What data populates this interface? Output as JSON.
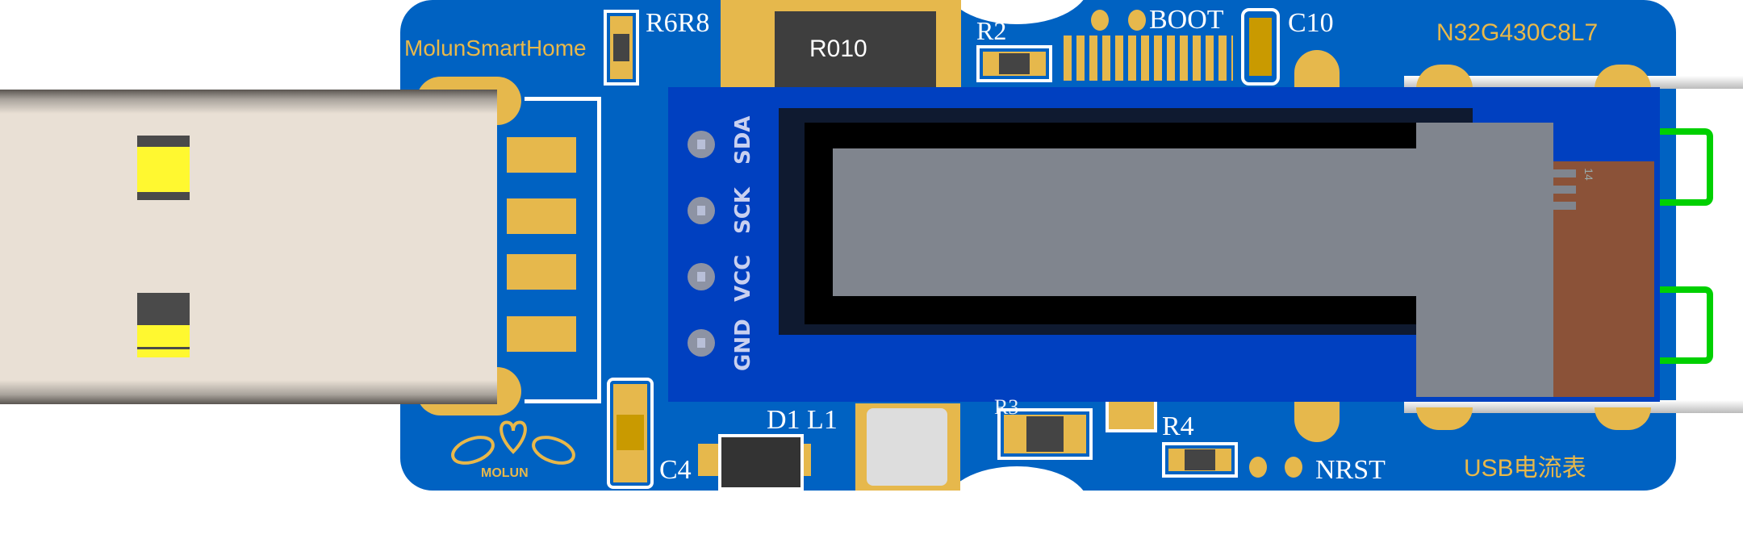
{
  "board": {
    "brand": "MolunSmartHome",
    "logo_text": "MOLUN",
    "chip": "N32G430C8L7",
    "product": "USB电流表",
    "labels": {
      "r6r8": "R6R8",
      "r010": "R010",
      "r2": "R2",
      "boot": "BOOT",
      "c10": "C10",
      "d1l1": "D1 L1",
      "c4": "C4",
      "r3": "R3",
      "r4": "R4",
      "nrst": "NRST"
    }
  },
  "display": {
    "pins": [
      "SDA",
      "SCK",
      "VCC",
      "GND"
    ],
    "fpc_label": "14"
  },
  "colors": {
    "board": "#0062c2",
    "module": "#0040c0",
    "silk_gold": "#e8b84a",
    "screen": "#80858e",
    "fpc": "#8b5238",
    "clip": "#00d000"
  }
}
